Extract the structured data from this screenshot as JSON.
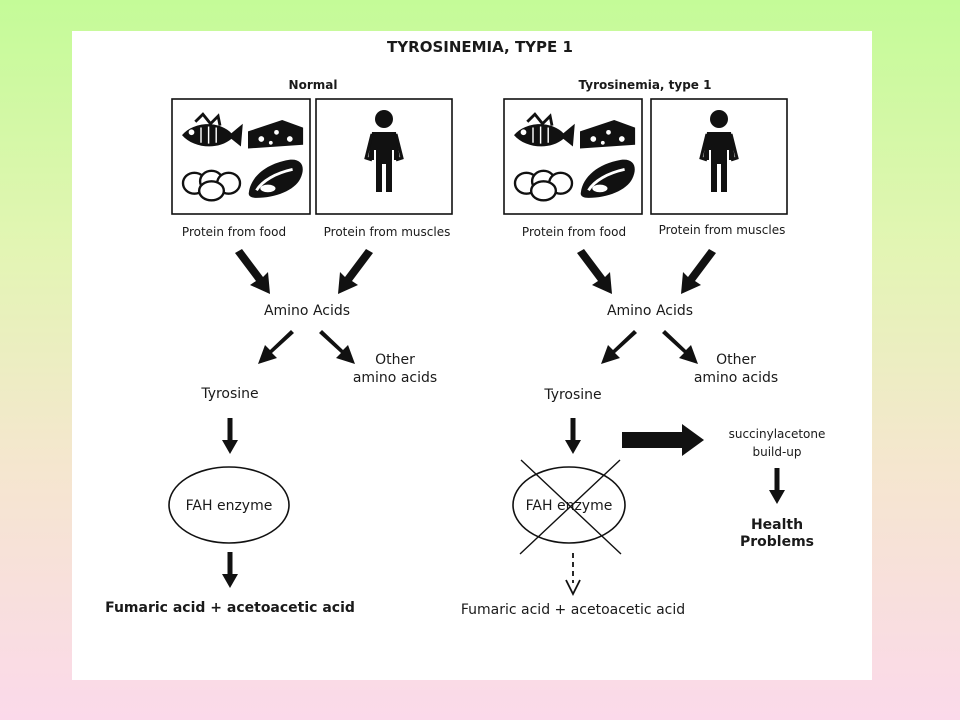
{
  "diagram": {
    "title": "TYROSINEMIA, TYPE 1",
    "normal": {
      "heading": "Normal",
      "food_caption": "Protein from food",
      "muscle_caption": "Protein from muscles",
      "amino_acids": "Amino Acids",
      "other_amino_line1": "Other",
      "other_amino_line2": "amino acids",
      "tyrosine": "Tyrosine",
      "enzyme": "FAH enzyme",
      "result": "Fumaric acid + acetoacetic acid"
    },
    "tyrosinemia": {
      "heading": "Tyrosinemia, type 1",
      "food_caption": "Protein from food",
      "muscle_caption": "Protein from muscles",
      "amino_acids": "Amino Acids",
      "other_amino_line1": "Other",
      "other_amino_line2": "amino acids",
      "tyrosine": "Tyrosine",
      "enzyme": "FAH enzyme",
      "result": "Fumaric acid + acetoacetic acid",
      "buildup_line1": "succinylacetone",
      "buildup_line2": "build-up",
      "problems_line1": "Health",
      "problems_line2": "Problems"
    },
    "icons": [
      "fish-icon",
      "cheese-icon",
      "eggs-icon",
      "meat-icon",
      "person-icon"
    ]
  }
}
